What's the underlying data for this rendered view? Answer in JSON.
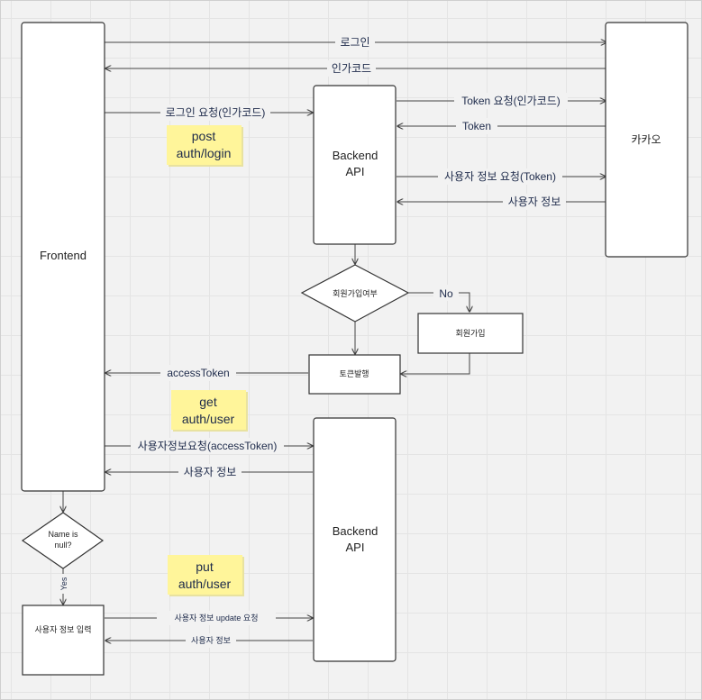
{
  "nodes": {
    "frontend": "Frontend",
    "kakao": "카카오",
    "backend_top_line1": "Backend",
    "backend_top_line2": "API",
    "signup_check": "회원가입여부",
    "signup": "회원가입",
    "issue_token": "토큰발행",
    "backend_bottom_line1": "Backend",
    "backend_bottom_line2": "API",
    "name_check_line1": "Name is",
    "name_check_line2": "null?",
    "user_info_input": "사용자 정보 입력"
  },
  "edges": {
    "login": "로그인",
    "auth_code": "인가코드",
    "login_request": "로그인 요청(인가코드)",
    "token_request": "Token 요청(인가코드)",
    "token": "Token",
    "user_info_request": "사용자 정보 요청(Token)",
    "user_info": "사용자 정보",
    "no": "No",
    "access_token": "accessToken",
    "user_info_request_access": "사용자정보요청(accessToken)",
    "user_info_2": "사용자 정보",
    "yes": "Yes",
    "user_info_update": "사용자 정보 update 요청",
    "user_info_3": "사용자 정보"
  },
  "notes": {
    "post_method": "post",
    "post_path": "auth/login",
    "get_method": "get",
    "get_path": "auth/user",
    "put_method": "put",
    "put_path": "auth/user"
  },
  "colors": {
    "sticky": "#fff59a",
    "label_text": "#1d2a4a",
    "box_stroke": "#333333",
    "background": "#f2f2f2"
  }
}
